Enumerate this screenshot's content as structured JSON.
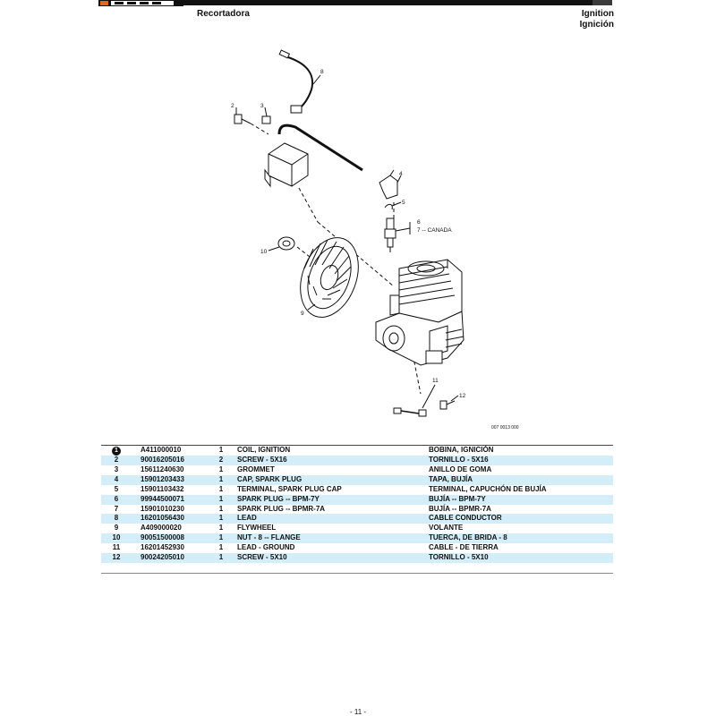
{
  "header": {
    "product": "Recortadora",
    "section_en": "Ignition",
    "section_es": "Ignición"
  },
  "diagram": {
    "ref_code": "007 0013 000",
    "callouts": {
      "c2": "2",
      "c3": "3",
      "c4": "4",
      "c5": "5",
      "c6": "6",
      "c7": "7 -- CANADA",
      "c8": "8",
      "c9": "9",
      "c10": "10",
      "c11": "11",
      "c12": "12"
    }
  },
  "parts": [
    {
      "key": "1",
      "part": "A411000010",
      "qty": "1",
      "en": "COIL, IGNITION",
      "es": "BOBINA, IGNICIÓN"
    },
    {
      "key": "2",
      "part": "90016205016",
      "qty": "2",
      "en": "SCREW - 5X16",
      "es": "TORNILLO - 5X16"
    },
    {
      "key": "3",
      "part": "15611240630",
      "qty": "1",
      "en": "GROMMET",
      "es": "ANILLO DE GOMA"
    },
    {
      "key": "4",
      "part": "15901203433",
      "qty": "1",
      "en": "CAP, SPARK PLUG",
      "es": "TAPA, BUJÍA"
    },
    {
      "key": "5",
      "part": "15901103432",
      "qty": "1",
      "en": "TERMINAL, SPARK PLUG CAP",
      "es": "TERMINAL, CAPUCHÓN DE BUJÍA"
    },
    {
      "key": "6",
      "part": "99944500071",
      "qty": "1",
      "en": "SPARK PLUG -- BPM-7Y",
      "es": "BUJÍA -- BPM-7Y"
    },
    {
      "key": "7",
      "part": "15901010230",
      "qty": "1",
      "en": "SPARK PLUG -- BPMR-7A",
      "es": "BUJÍA -- BPMR-7A"
    },
    {
      "key": "8",
      "part": "16201056430",
      "qty": "1",
      "en": "LEAD",
      "es": "CABLE CONDUCTOR"
    },
    {
      "key": "9",
      "part": "A409000020",
      "qty": "1",
      "en": "FLYWHEEL",
      "es": "VOLANTE"
    },
    {
      "key": "10",
      "part": "90051500008",
      "qty": "1",
      "en": "NUT - 8 -- FLANGE",
      "es": "TUERCA, DE BRIDA - 8"
    },
    {
      "key": "11",
      "part": "16201452930",
      "qty": "1",
      "en": "LEAD - GROUND",
      "es": "CABLE - DE TIERRA"
    },
    {
      "key": "12",
      "part": "90024205010",
      "qty": "1",
      "en": "SCREW - 5X10",
      "es": "TORNILLO - 5X10"
    }
  ],
  "footer": {
    "page": "- 11 -"
  }
}
